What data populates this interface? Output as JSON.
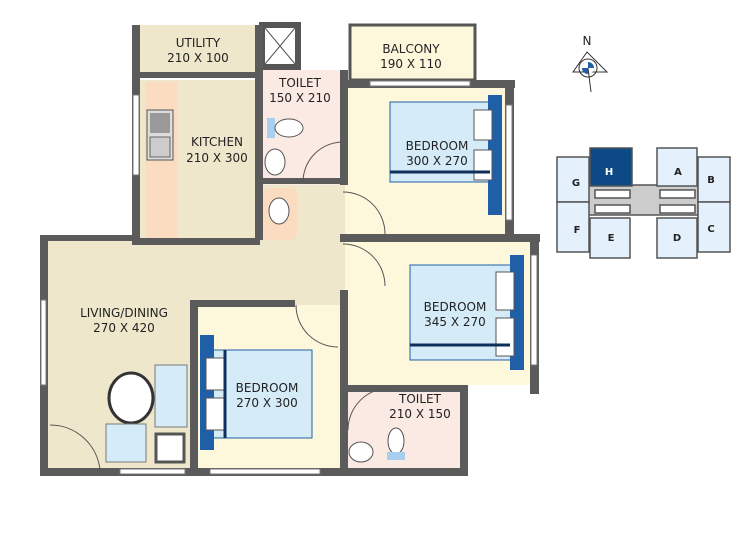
{
  "rooms": {
    "utility": {
      "name": "UTILITY",
      "size": "210 X 100"
    },
    "kitchen": {
      "name": "KITCHEN",
      "size": "210 X 300"
    },
    "toilet1": {
      "name": "TOILET",
      "size": "150 X 210"
    },
    "balcony": {
      "name": "BALCONY",
      "size": "190 X 110"
    },
    "bedroom1": {
      "name": "BEDROOM",
      "size": "300 X 270"
    },
    "bedroom2": {
      "name": "BEDROOM",
      "size": "345 X 270"
    },
    "bedroom3": {
      "name": "BEDROOM",
      "size": "270 X 300"
    },
    "living": {
      "name": "LIVING/DINING",
      "size": "270 X 420"
    },
    "toilet2": {
      "name": "TOILET",
      "size": "210 X 150"
    }
  },
  "compass": {
    "label": "N"
  },
  "key_plan": {
    "units": [
      "A",
      "B",
      "C",
      "D",
      "E",
      "F",
      "G",
      "H"
    ],
    "highlighted": "H"
  },
  "colors": {
    "wall": "#5b5b5b",
    "cream": "#fdf8dc",
    "beige": "#efe7cc",
    "pink": "#fbe9e4",
    "bed": "#d5ebf8",
    "blue": "#1f5fa8",
    "highlight": "#0d4a85",
    "key_fill": "#e4f1fc"
  }
}
